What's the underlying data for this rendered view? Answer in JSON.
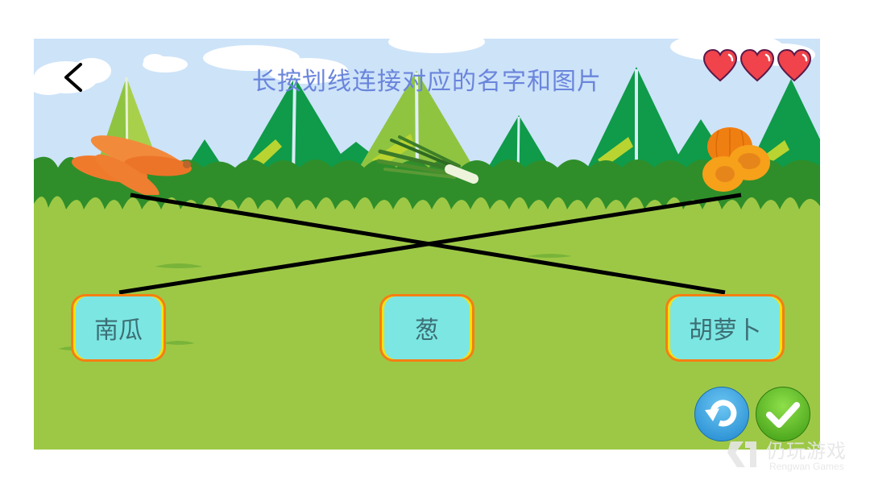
{
  "header": {
    "title": "长按划线连接对应的名字和图片",
    "back_icon": "chevron-left-icon"
  },
  "lives": {
    "count": 3,
    "icon": "heart-icon",
    "color": "#f0434b"
  },
  "pictures": [
    {
      "name": "carrot",
      "icon": "carrot-image"
    },
    {
      "name": "green-onion",
      "icon": "green-onion-image"
    },
    {
      "name": "pumpkin",
      "icon": "pumpkin-image"
    }
  ],
  "name_cards": [
    {
      "label": "南瓜"
    },
    {
      "label": "葱"
    },
    {
      "label": "胡萝卜"
    }
  ],
  "connections": [
    {
      "from_picture": "carrot",
      "to_card": "胡萝卜"
    },
    {
      "from_picture": "pumpkin",
      "to_card": "南瓜"
    }
  ],
  "controls": {
    "reset_icon": "undo-icon",
    "confirm_icon": "checkmark-icon"
  },
  "watermark": {
    "cn": "仍玩游戏",
    "en": "Rengwan Games"
  },
  "colors": {
    "sky": "#cde3f8",
    "grass": "#9dc846",
    "card_bg": "#7ce6e3",
    "card_border": "#f57f12",
    "title": "#6a85dc"
  }
}
